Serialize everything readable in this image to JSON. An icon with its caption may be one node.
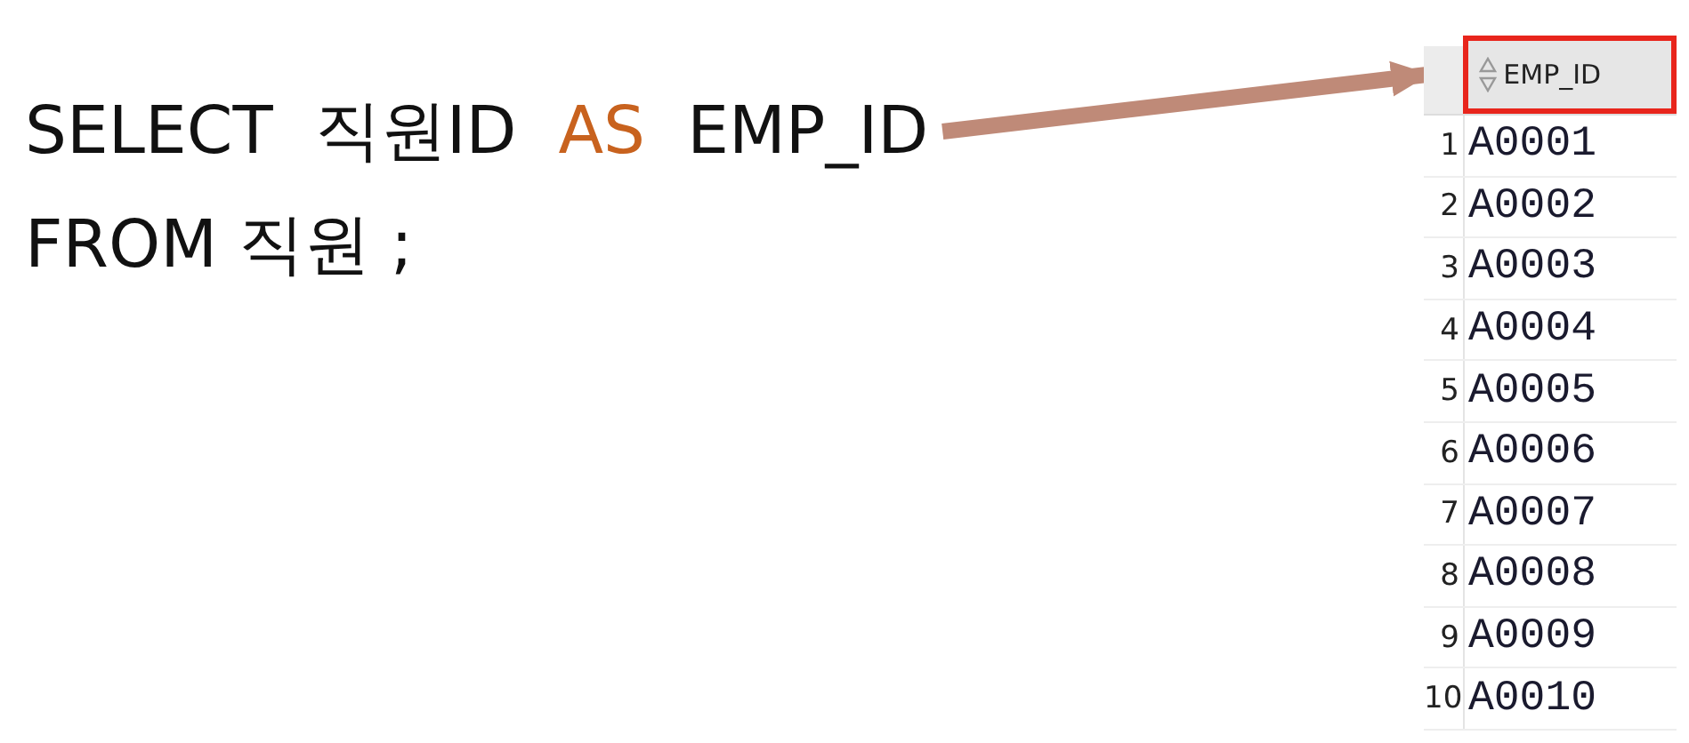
{
  "diagram": {
    "nodes": [
      {
        "text": [
          "SELECT 직원ID AS EMP_ID",
          "FROM 직원 ;"
        ]
      },
      {
        "text": [
          "EMP_ID"
        ]
      }
    ],
    "edges": [
      {
        "from": 0,
        "to": 1,
        "arrow": "to",
        "color": "#bf8a78"
      }
    ],
    "labels": [
      "1",
      "A0001",
      "2",
      "A0002",
      "3",
      "A0003",
      "4",
      "A0004",
      "5",
      "A0005",
      "6",
      "A0006",
      "7",
      "A0007",
      "8",
      "A0008",
      "9",
      "A0009",
      "10",
      "A0010"
    ]
  }
}
